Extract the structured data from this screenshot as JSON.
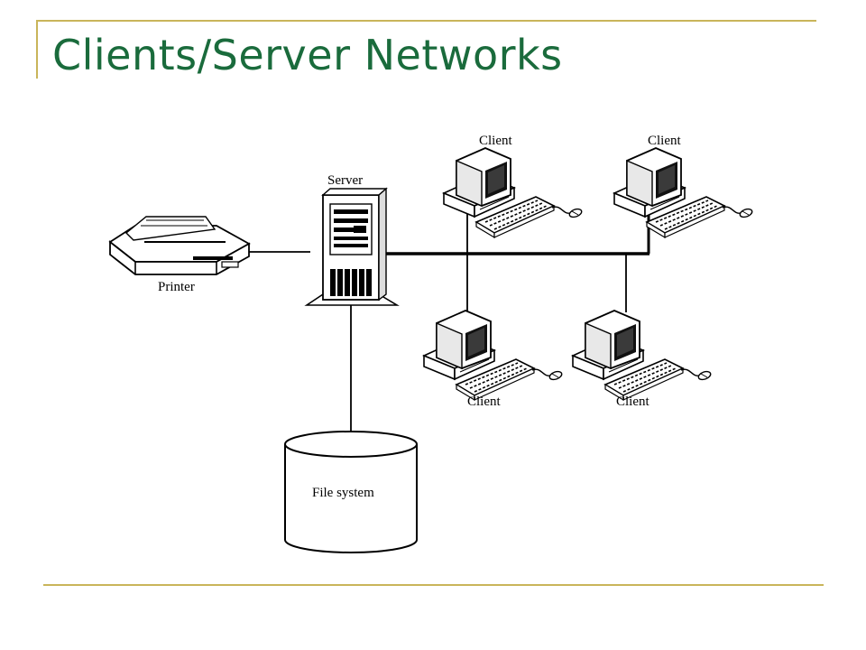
{
  "title": "Clients/Server Networks",
  "diagram": {
    "nodes": {
      "server": "Server",
      "printer": "Printer",
      "file_system": "File system",
      "client_top_left": "Client",
      "client_top_right": "Client",
      "client_bottom_left": "Client",
      "client_bottom_right": "Client"
    }
  },
  "colors": {
    "title": "#1a6b3c",
    "frame": "#c9b55a",
    "line": "#000000"
  }
}
